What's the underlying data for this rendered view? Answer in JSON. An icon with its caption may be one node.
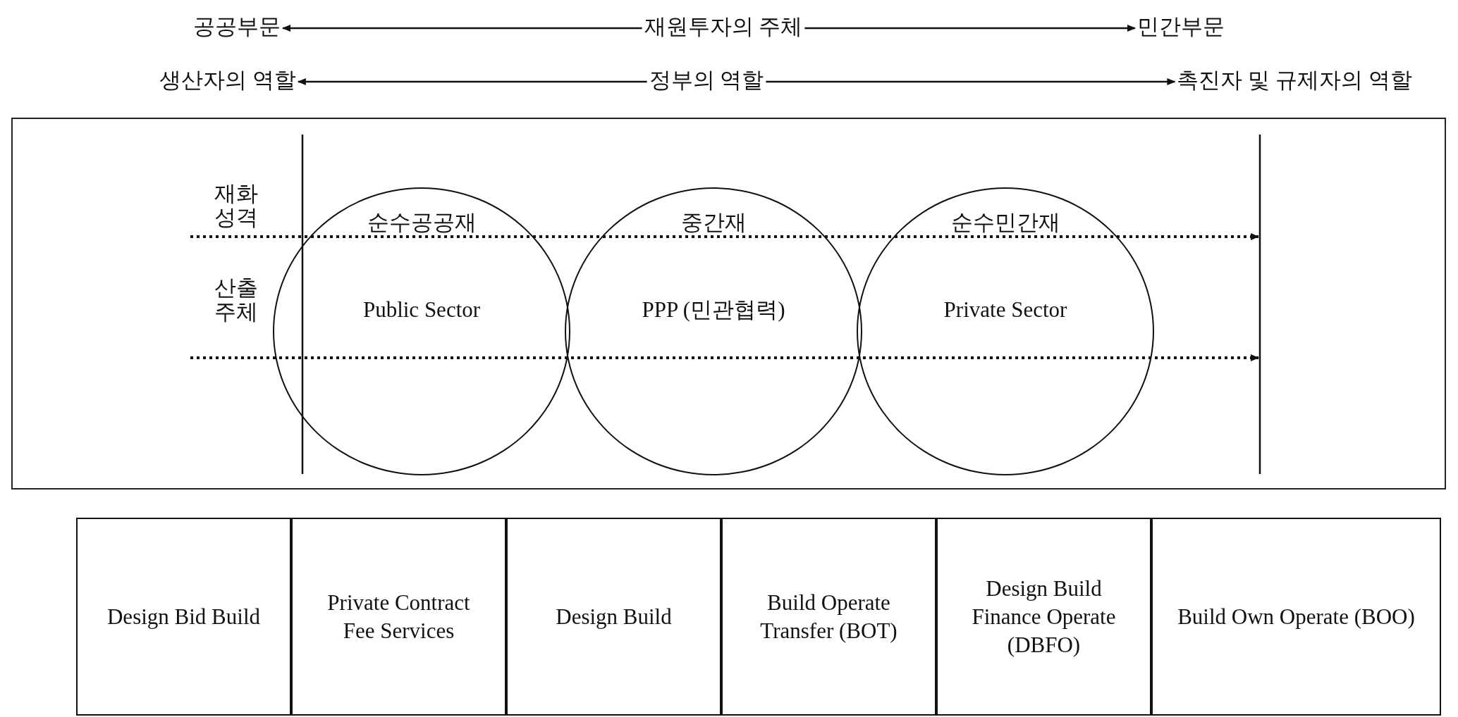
{
  "diagram": {
    "nodes": [
      {
        "text": [
          "공공부문"
        ]
      },
      {
        "text": [
          "재원투자의 주체"
        ]
      },
      {
        "text": [
          "민간부문"
        ]
      },
      {
        "text": [
          "생산자의 역할"
        ]
      },
      {
        "text": [
          "정부의 역할"
        ]
      },
      {
        "text": [
          "촉진자 및 규제자의 역할"
        ]
      },
      {
        "text": [],
        "shape": "box"
      },
      {
        "text": [
          "순수공공재",
          "Public Sector"
        ],
        "in": 6
      },
      {
        "text": [
          "중간재",
          "PPP (민관협력)"
        ],
        "in": 6
      },
      {
        "text": [
          "순수민간재",
          "Private Sector"
        ],
        "in": 6
      },
      {
        "text": [
          "Design Bid Build"
        ]
      },
      {
        "text": [
          "Private Contract Fee Services"
        ]
      },
      {
        "text": [
          "Design Build"
        ]
      },
      {
        "text": [
          "Build Operate Transfer (BOT)"
        ]
      },
      {
        "text": [
          "Design Build Finance Operate (DBFO)"
        ]
      },
      {
        "text": [
          "Build Own Operate (BOO)"
        ]
      }
    ],
    "edges": [
      {
        "from": 1,
        "to": 0,
        "arrow": "to"
      },
      {
        "from": 1,
        "to": 2,
        "arrow": "to"
      },
      {
        "from": 4,
        "to": 3,
        "arrow": "to"
      },
      {
        "from": 4,
        "to": 5,
        "arrow": "to"
      }
    ],
    "labels": [
      "재화 성격",
      "산출 주체"
    ]
  }
}
